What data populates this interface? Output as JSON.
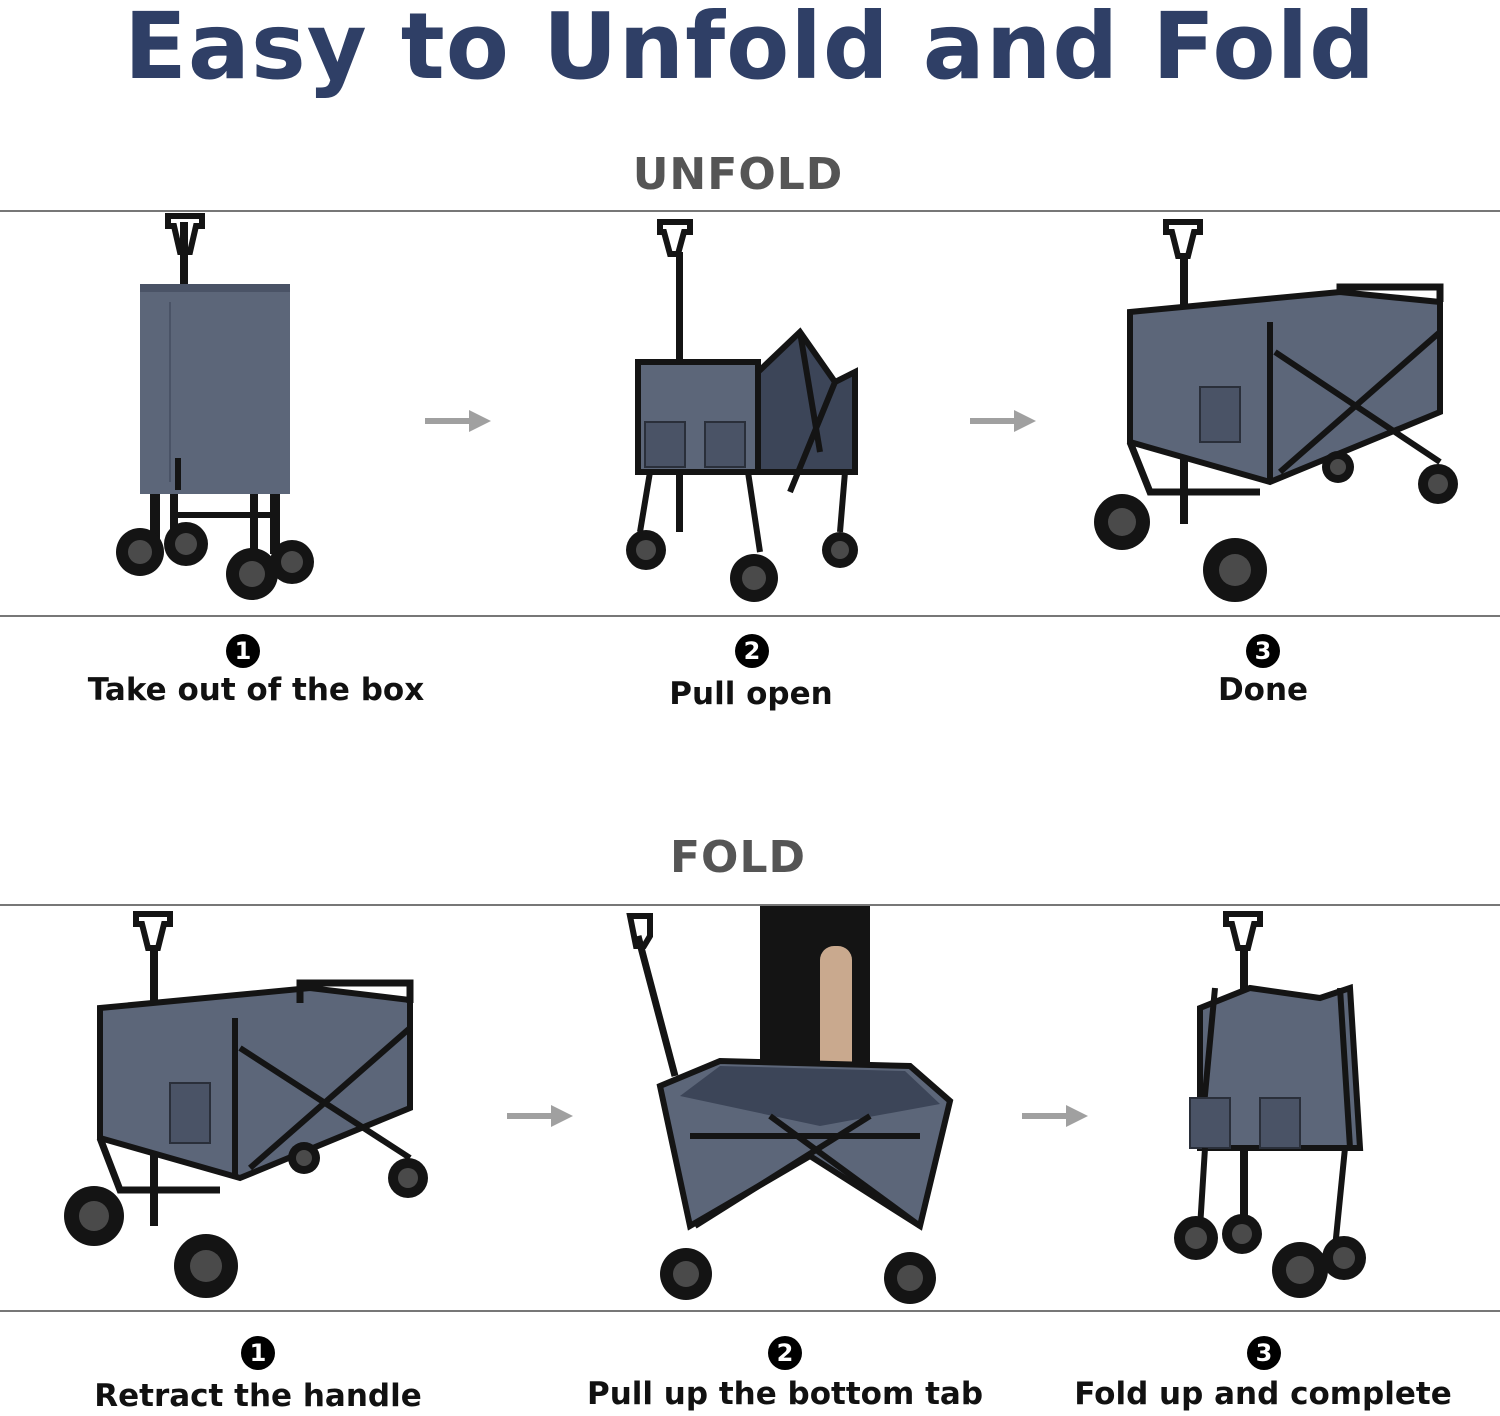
{
  "title": "Easy to Unfold and Fold",
  "colors": {
    "title": "#2f3f66",
    "section": "#555555",
    "fabric": "#5c6679",
    "fabric_dark": "#3c4558",
    "frame": "#141414",
    "arrow": "#a0a0a0"
  },
  "unfold": {
    "heading": "UNFOLD",
    "steps": [
      {
        "number": "1",
        "label": "Take out of the box",
        "image": "folded-wagon-with-cover"
      },
      {
        "number": "2",
        "label": "Pull open",
        "image": "half-open-wagon"
      },
      {
        "number": "3",
        "label": "Done",
        "image": "open-wagon"
      }
    ]
  },
  "fold": {
    "heading": "FOLD",
    "steps": [
      {
        "number": "1",
        "label": "Retract the handle",
        "image": "open-wagon"
      },
      {
        "number": "2",
        "label": "Pull up the bottom tab",
        "image": "person-pulling-tab"
      },
      {
        "number": "3",
        "label": "Fold up and complete",
        "image": "folded-wagon"
      }
    ]
  }
}
